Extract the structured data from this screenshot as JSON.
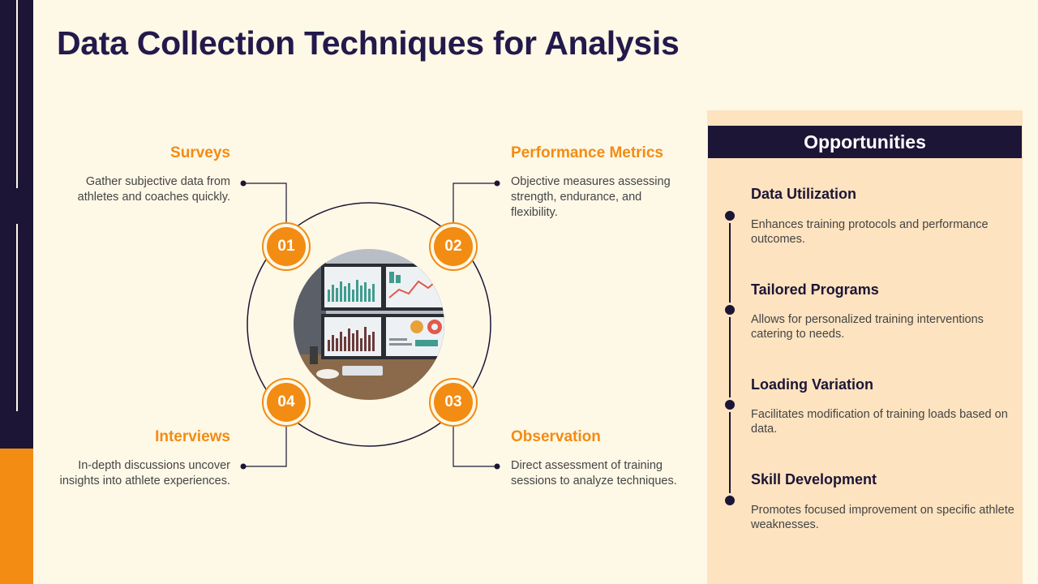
{
  "title": "Data Collection Techniques for Analysis",
  "techniques": [
    {
      "number": "01",
      "title": "Surveys",
      "desc": "Gather subjective data from athletes and coaches quickly."
    },
    {
      "number": "02",
      "title": "Performance Metrics",
      "desc": "Objective measures assessing strength, endurance, and flexibility."
    },
    {
      "number": "03",
      "title": "Observation",
      "desc": "Direct assessment of training sessions to analyze techniques."
    },
    {
      "number": "04",
      "title": "Interviews",
      "desc": "In-depth discussions uncover insights into athlete experiences."
    }
  ],
  "opportunities": {
    "header": "Opportunities",
    "items": [
      {
        "title": "Data Utilization",
        "desc": "Enhances training protocols and performance outcomes."
      },
      {
        "title": "Tailored Programs",
        "desc": "Allows for personalized training interventions catering to needs."
      },
      {
        "title": "Loading Variation",
        "desc": "Facilitates modification of training loads based on data."
      },
      {
        "title": "Skill Development",
        "desc": "Promotes focused improvement on specific athlete weaknesses."
      }
    ]
  },
  "colors": {
    "dark": "#1c1535",
    "accent": "#f28c13",
    "background": "#fef8e7",
    "panel": "#fde3c0"
  }
}
